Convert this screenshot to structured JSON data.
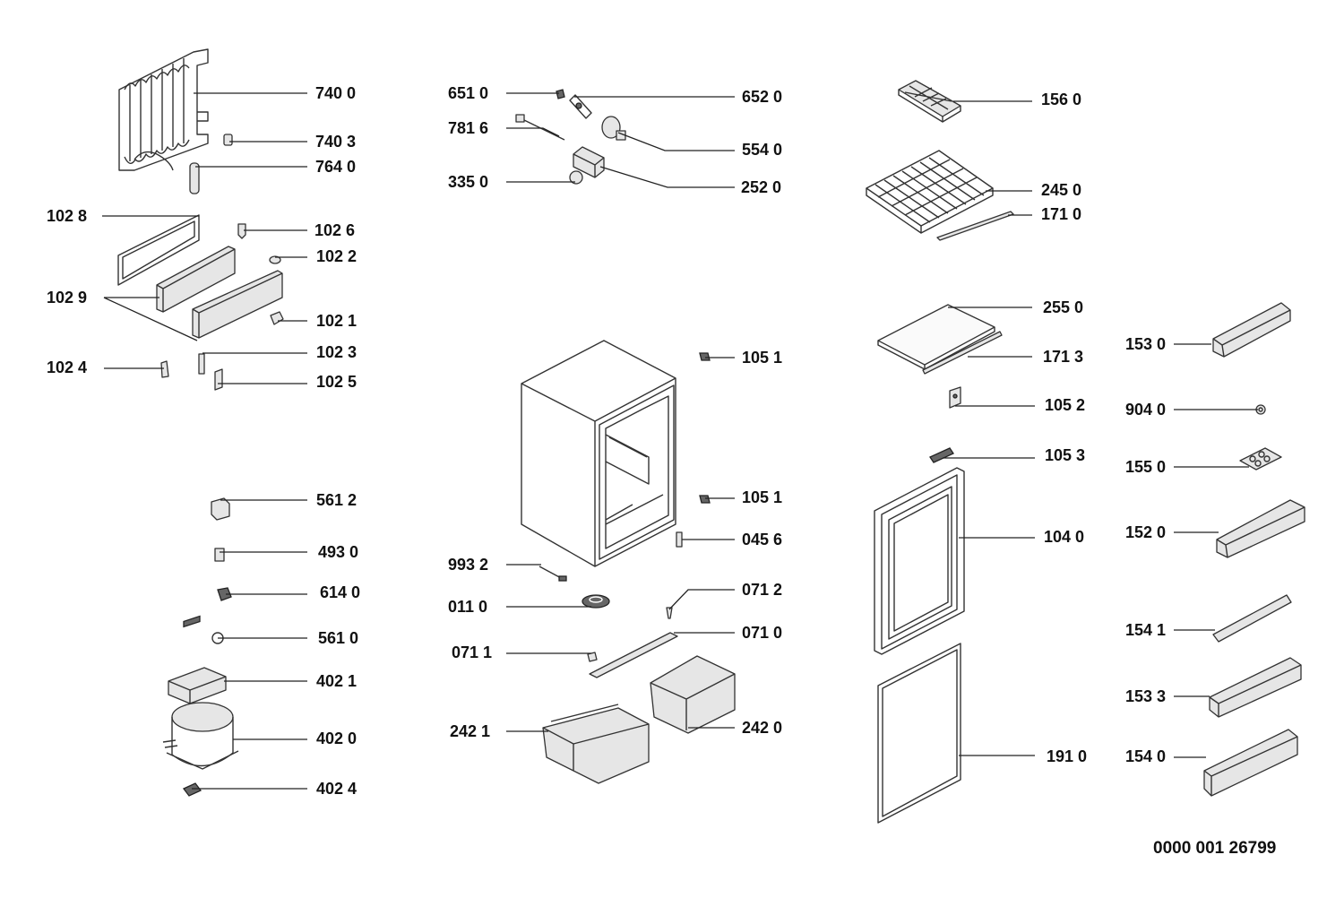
{
  "diagram": {
    "document_number": "0000 001 26799",
    "parts": [
      {
        "key": "p7400",
        "label": "740 0"
      },
      {
        "key": "p7403",
        "label": "740 3"
      },
      {
        "key": "p7640",
        "label": "764 0"
      },
      {
        "key": "p1028",
        "label": "102 8"
      },
      {
        "key": "p1026",
        "label": "102 6"
      },
      {
        "key": "p1022",
        "label": "102 2"
      },
      {
        "key": "p1029",
        "label": "102 9"
      },
      {
        "key": "p1021",
        "label": "102 1"
      },
      {
        "key": "p1023",
        "label": "102 3"
      },
      {
        "key": "p1024",
        "label": "102 4"
      },
      {
        "key": "p1025",
        "label": "102 5"
      },
      {
        "key": "p5612",
        "label": "561 2"
      },
      {
        "key": "p4930",
        "label": "493 0"
      },
      {
        "key": "p6140",
        "label": "614 0"
      },
      {
        "key": "p5610",
        "label": "561 0"
      },
      {
        "key": "p4021",
        "label": "402 1"
      },
      {
        "key": "p4020",
        "label": "402 0"
      },
      {
        "key": "p4024",
        "label": "402 4"
      },
      {
        "key": "p6510",
        "label": "651 0"
      },
      {
        "key": "p6520",
        "label": "652 0"
      },
      {
        "key": "p7816",
        "label": "781 6"
      },
      {
        "key": "p5540",
        "label": "554 0"
      },
      {
        "key": "p3350",
        "label": "335 0"
      },
      {
        "key": "p2520",
        "label": "252 0"
      },
      {
        "key": "p1051a",
        "label": "105 1"
      },
      {
        "key": "p1051b",
        "label": "105 1"
      },
      {
        "key": "p0456",
        "label": "045 6"
      },
      {
        "key": "p9932",
        "label": "993 2"
      },
      {
        "key": "p0712",
        "label": "071 2"
      },
      {
        "key": "p0110",
        "label": "011 0"
      },
      {
        "key": "p0710",
        "label": "071 0"
      },
      {
        "key": "p0711",
        "label": "071 1"
      },
      {
        "key": "p2421",
        "label": "242 1"
      },
      {
        "key": "p2420",
        "label": "242 0"
      },
      {
        "key": "p1560",
        "label": "156 0"
      },
      {
        "key": "p2450",
        "label": "245 0"
      },
      {
        "key": "p1710",
        "label": "171 0"
      },
      {
        "key": "p2550",
        "label": "255 0"
      },
      {
        "key": "p1713",
        "label": "171 3"
      },
      {
        "key": "p1052",
        "label": "105 2"
      },
      {
        "key": "p1053",
        "label": "105 3"
      },
      {
        "key": "p1040",
        "label": "104 0"
      },
      {
        "key": "p1910",
        "label": "191 0"
      },
      {
        "key": "p1530",
        "label": "153 0"
      },
      {
        "key": "p9040",
        "label": "904 0"
      },
      {
        "key": "p1550",
        "label": "155 0"
      },
      {
        "key": "p1520",
        "label": "152 0"
      },
      {
        "key": "p1541",
        "label": "154 1"
      },
      {
        "key": "p1533",
        "label": "153 3"
      },
      {
        "key": "p1540",
        "label": "154 0"
      }
    ]
  }
}
